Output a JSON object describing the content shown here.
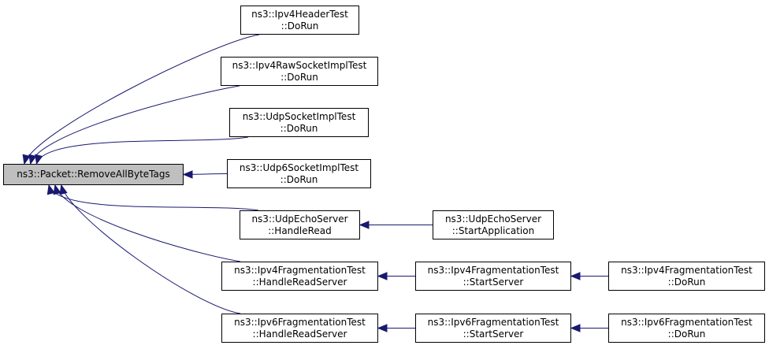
{
  "diagram": {
    "edge_color": "#191970",
    "root_fill": "#bfbfbf",
    "nodes": [
      {
        "id": "root",
        "lines": [
          "ns3::Packet::RemoveAllByteTags",
          ""
        ]
      },
      {
        "id": "ipv4header",
        "lines": [
          "ns3::Ipv4HeaderTest",
          "::DoRun"
        ]
      },
      {
        "id": "ipv4raw",
        "lines": [
          "ns3::Ipv4RawSocketImplTest",
          "::DoRun"
        ]
      },
      {
        "id": "udpsock",
        "lines": [
          "ns3::UdpSocketImplTest",
          "::DoRun"
        ]
      },
      {
        "id": "udp6sock",
        "lines": [
          "ns3::Udp6SocketImplTest",
          "::DoRun"
        ]
      },
      {
        "id": "echoread",
        "lines": [
          "ns3::UdpEchoServer",
          "::HandleRead"
        ]
      },
      {
        "id": "echostart",
        "lines": [
          "ns3::UdpEchoServer",
          "::StartApplication"
        ]
      },
      {
        "id": "frag4read",
        "lines": [
          "ns3::Ipv4FragmentationTest",
          "::HandleReadServer"
        ]
      },
      {
        "id": "frag4start",
        "lines": [
          "ns3::Ipv4FragmentationTest",
          "::StartServer"
        ]
      },
      {
        "id": "frag4run",
        "lines": [
          "ns3::Ipv4FragmentationTest",
          "::DoRun"
        ]
      },
      {
        "id": "frag6read",
        "lines": [
          "ns3::Ipv6FragmentationTest",
          "::HandleReadServer"
        ]
      },
      {
        "id": "frag6start",
        "lines": [
          "ns3::Ipv6FragmentationTest",
          "::StartServer"
        ]
      },
      {
        "id": "frag6run",
        "lines": [
          "ns3::Ipv6FragmentationTest",
          "::DoRun"
        ]
      }
    ],
    "edges": [
      {
        "from": "ipv4header",
        "to": "root"
      },
      {
        "from": "ipv4raw",
        "to": "root"
      },
      {
        "from": "udpsock",
        "to": "root"
      },
      {
        "from": "udp6sock",
        "to": "root"
      },
      {
        "from": "echoread",
        "to": "root"
      },
      {
        "from": "frag4read",
        "to": "root"
      },
      {
        "from": "frag6read",
        "to": "root"
      },
      {
        "from": "echostart",
        "to": "echoread"
      },
      {
        "from": "frag4start",
        "to": "frag4read"
      },
      {
        "from": "frag4run",
        "to": "frag4start"
      },
      {
        "from": "frag6start",
        "to": "frag6read"
      },
      {
        "from": "frag6run",
        "to": "frag6start"
      }
    ]
  }
}
